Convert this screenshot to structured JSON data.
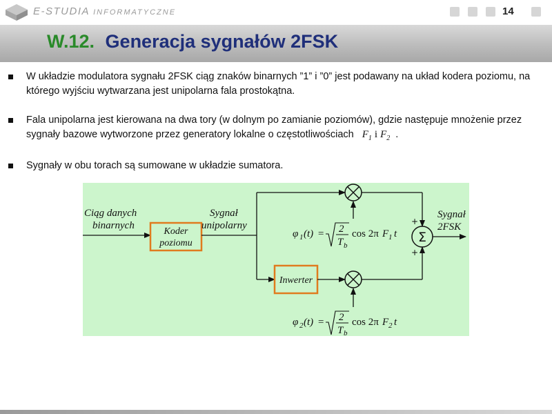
{
  "header": {
    "logo_main": "E-STUDIA",
    "logo_sub": "INFORMATYCZNE",
    "page_number": "14"
  },
  "title": {
    "number": "W.12.",
    "text": "Generacja sygnałów 2FSK"
  },
  "bullets": [
    {
      "text": "W układzie modulatora sygnału 2FSK ciąg znaków binarnych ”1” i ”0” jest podawany na układ kodera poziomu, na którego wyjściu wytwarzana jest unipolarna fala prostokątna."
    },
    {
      "text": "Fala unipolarna jest kierowana na dwa tory (w dolnym po zamianie poziomów), gdzie następuje mnożenie przez sygnały bazowe wytworzone przez generatory lokalne o częstotliwościach",
      "sym_f1": "F",
      "sym_f1_sub": "1",
      "sym_and": "i",
      "sym_f2": "F",
      "sym_f2_sub": "2",
      "tail": "."
    },
    {
      "text": "Sygnały w obu torach są sumowane w układzie sumatora."
    }
  ],
  "diagram": {
    "input_label_1": "Ciąg danych",
    "input_label_2": "binarnych",
    "coder_1": "Koder",
    "coder_2": "poziomu",
    "mid_label_1": "Sygnał",
    "mid_label_2": "unipolarny",
    "inverter": "Inwerter",
    "out_label_1": "Sygnał",
    "out_label_2": "2FSK",
    "plus": "+",
    "sum_symbol": "Σ",
    "phi1": {
      "phi": "φ",
      "sub": "1",
      "arg": "(t)",
      "eq": "=",
      "num": "2",
      "den": "T",
      "den_sub": "b",
      "cos": "cos 2π",
      "F": "F",
      "F_sub": "1",
      "t": "t"
    },
    "phi2": {
      "phi": "φ",
      "sub": "2",
      "arg": "(t)",
      "eq": "=",
      "num": "2",
      "den": "T",
      "den_sub": "b",
      "cos": "cos 2π",
      "F": "F",
      "F_sub": "2",
      "t": "t"
    },
    "colors": {
      "background": "#ccf5cc",
      "box_border": "#e07b1e",
      "line": "#111111"
    }
  }
}
